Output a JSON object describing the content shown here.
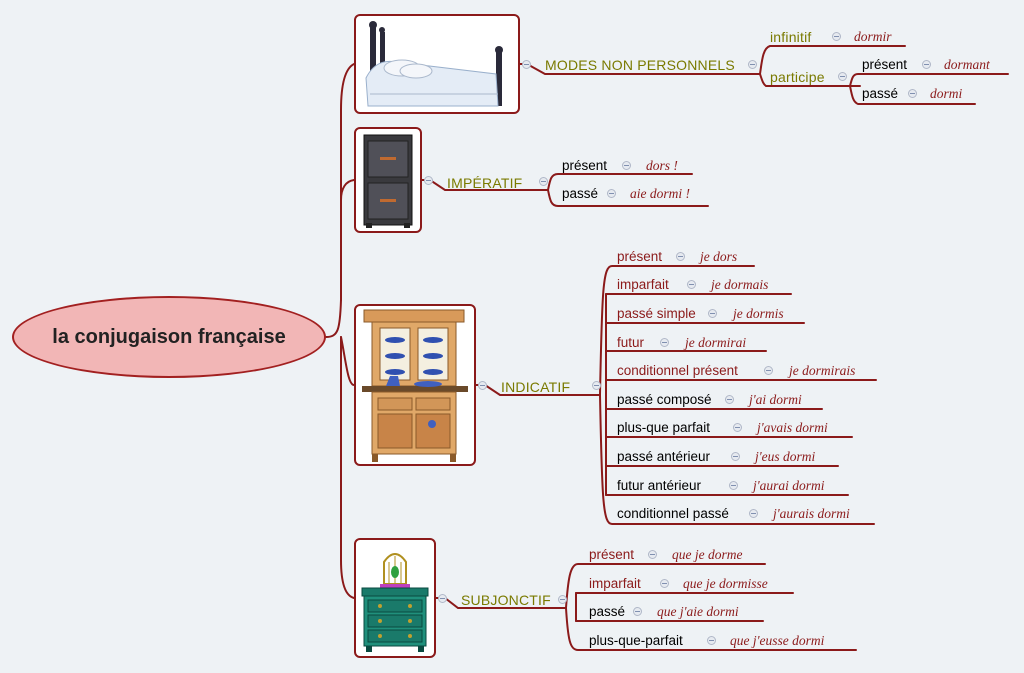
{
  "central": "la conjugaison française",
  "modes": [
    {
      "label": "MODES NON PERSONNELS",
      "icon": "bed-icon",
      "items": [
        {
          "label": "infinitif",
          "value": "dormir"
        },
        {
          "label": "participe",
          "children": [
            {
              "label": "présent",
              "value": "dormant"
            },
            {
              "label": "passé",
              "value": "dormi"
            }
          ]
        }
      ]
    },
    {
      "label": "IMPÉRATIF",
      "icon": "filing-cabinet-icon",
      "items": [
        {
          "label": "présent",
          "value": "dors !"
        },
        {
          "label": "passé",
          "value": "aie dormi !"
        }
      ]
    },
    {
      "label": "INDICATIF",
      "icon": "cupboard-icon",
      "items": [
        {
          "label": "présent",
          "value": "je dors"
        },
        {
          "label": "imparfait",
          "value": "je dormais"
        },
        {
          "label": "passé simple",
          "value": "je dormis"
        },
        {
          "label": "futur",
          "value": "je dormirai"
        },
        {
          "label": "conditionnel présent",
          "value": "je dormirais"
        },
        {
          "label": "passé composé",
          "value": "j'ai dormi"
        },
        {
          "label": "plus-que parfait",
          "value": "j'avais dormi"
        },
        {
          "label": "passé antérieur",
          "value": "j'eus dormi"
        },
        {
          "label": "futur antérieur",
          "value": "j'aurai dormi"
        },
        {
          "label": "conditionnel passé",
          "value": "j'aurais dormi"
        }
      ]
    },
    {
      "label": "SUBJONCTIF",
      "icon": "dresser-birdcage-icon",
      "items": [
        {
          "label": "présent",
          "value": "que je dorme"
        },
        {
          "label": "imparfait",
          "value": "que je dormisse"
        },
        {
          "label": "passé",
          "value": "que j'aie dormi"
        },
        {
          "label": "plus-que-parfait",
          "value": "que j'eusse dormi"
        }
      ]
    }
  ],
  "colors": {
    "branch": "#8b1a1a",
    "mode_text": "#7a7a00",
    "value_text": "#8b1a1a",
    "central_fill": "#f2b6b6"
  }
}
